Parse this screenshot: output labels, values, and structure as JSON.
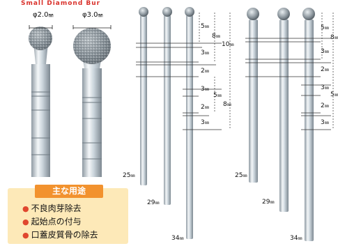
{
  "header_fragment": "Small Diamond Bur",
  "diameters": {
    "small": "φ2.0",
    "large": "φ3.0",
    "unit": "㎜"
  },
  "usage": {
    "title": "主な用途",
    "items": [
      "不良肉芽除去",
      "起始点の付与",
      "口蓋皮質骨の除去"
    ]
  },
  "lengths": {
    "unit": "㎜",
    "left_group": [
      "25",
      "29",
      "34"
    ],
    "right_group": [
      "25",
      "29",
      "34"
    ]
  },
  "marks_left": {
    "seg1": "5",
    "seg2": "3",
    "seg3": "2",
    "seg4": "3",
    "seg5": "2",
    "seg6": "3",
    "total1": "8",
    "total2": "10",
    "total3": "5",
    "total4": "8"
  },
  "marks_right": {
    "seg1": "5",
    "seg2": "3",
    "seg3": "2",
    "seg4": "3",
    "seg5": "2",
    "seg6": "3",
    "total1": "8",
    "total3": "5"
  },
  "colors": {
    "accent": "#f2922e",
    "panel": "#fde9b8",
    "bullet": "#e0472e",
    "steel": "#c9d3da"
  }
}
